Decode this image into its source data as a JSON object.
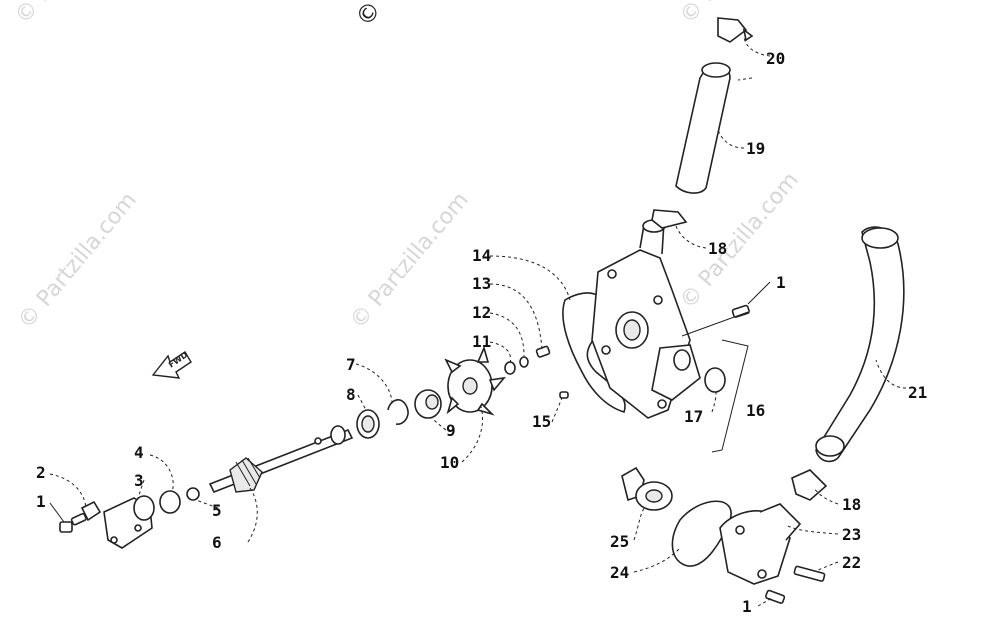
{
  "watermarks": [
    "© Partzilla.com",
    "© Partzilla.com",
    "© Partzilla.com",
    "© Partzilla.com",
    "© Partzilla.com",
    "© Partzilla.com"
  ],
  "copyright_mark": "©",
  "fwd_label": "FWD",
  "callouts": [
    {
      "id": "c1a",
      "label": "1"
    },
    {
      "id": "c2",
      "label": "2"
    },
    {
      "id": "c3",
      "label": "3"
    },
    {
      "id": "c4",
      "label": "4"
    },
    {
      "id": "c5",
      "label": "5"
    },
    {
      "id": "c6",
      "label": "6"
    },
    {
      "id": "c7",
      "label": "7"
    },
    {
      "id": "c8",
      "label": "8"
    },
    {
      "id": "c9",
      "label": "9"
    },
    {
      "id": "c10",
      "label": "10"
    },
    {
      "id": "c11",
      "label": "11"
    },
    {
      "id": "c12",
      "label": "12"
    },
    {
      "id": "c13",
      "label": "13"
    },
    {
      "id": "c14",
      "label": "14"
    },
    {
      "id": "c15",
      "label": "15"
    },
    {
      "id": "c16",
      "label": "16"
    },
    {
      "id": "c17",
      "label": "17"
    },
    {
      "id": "c18a",
      "label": "18"
    },
    {
      "id": "c18b",
      "label": "18"
    },
    {
      "id": "c19",
      "label": "19"
    },
    {
      "id": "c20",
      "label": "20"
    },
    {
      "id": "c21",
      "label": "21"
    },
    {
      "id": "c22",
      "label": "22"
    },
    {
      "id": "c23",
      "label": "23"
    },
    {
      "id": "c24",
      "label": "24"
    },
    {
      "id": "c25",
      "label": "25"
    },
    {
      "id": "c1b",
      "label": "1"
    },
    {
      "id": "c1c",
      "label": "1"
    }
  ]
}
